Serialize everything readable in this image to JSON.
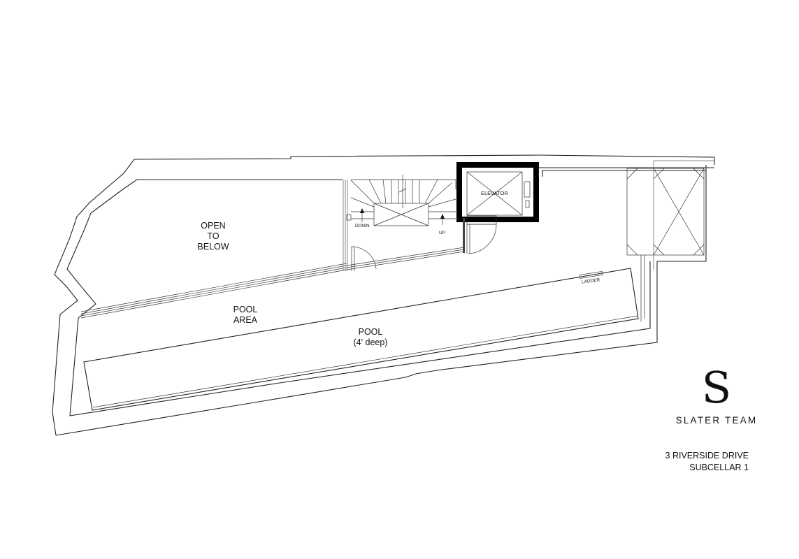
{
  "plan": {
    "rooms": {
      "open_to_below": [
        "OPEN",
        "TO",
        "BELOW"
      ],
      "pool_area": [
        "POOL",
        "AREA"
      ],
      "pool": [
        "POOL",
        "(4' deep)"
      ],
      "elevator": "ELEVATOR"
    },
    "annotations": {
      "down": "DOWN",
      "up": "UP",
      "ladder": "LADDER"
    }
  },
  "branding": {
    "logo_glyph": "S",
    "company": "SLATER TEAM"
  },
  "caption": {
    "address": "3 RIVERSIDE DRIVE",
    "level": "SUBCELLAR 1"
  },
  "colors": {
    "line": "#222222",
    "elevator_wall": "#000000",
    "background": "#ffffff"
  }
}
